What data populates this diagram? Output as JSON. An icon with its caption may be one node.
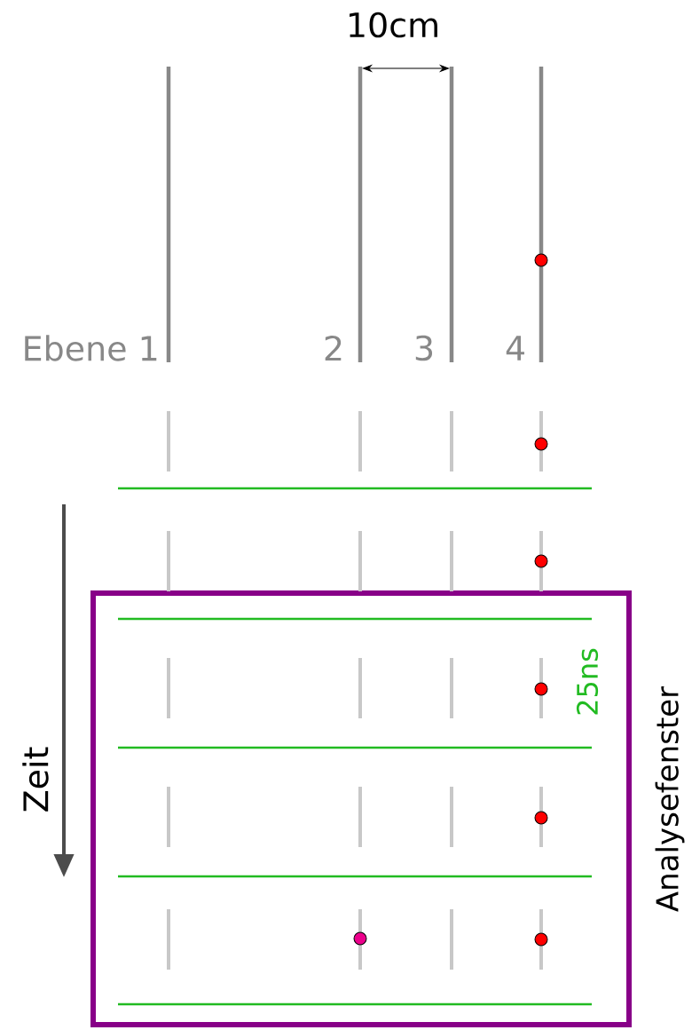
{
  "diagram": {
    "nodes": [
      {
        "text": [
          "Analysefenster"
        ]
      }
    ],
    "labels": [
      "10cm",
      "Ebene 1",
      "2",
      "3",
      "4",
      "Zeit",
      "25ns"
    ]
  }
}
